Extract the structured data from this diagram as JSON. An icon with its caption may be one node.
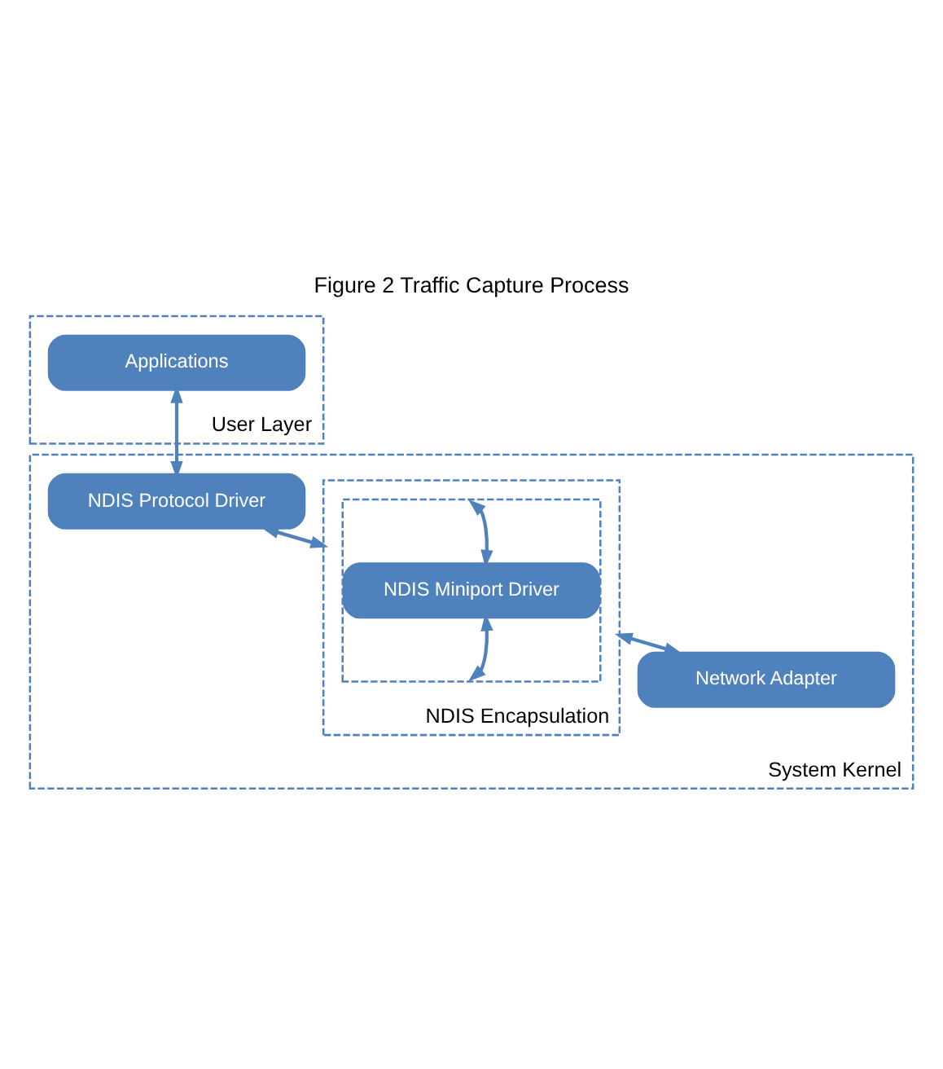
{
  "diagram": {
    "title": "Figure 2 Traffic Capture Process",
    "nodes": [
      {
        "text": [
          "User Layer"
        ]
      },
      {
        "text": [
          "Applications"
        ],
        "in": 0
      },
      {
        "text": [
          "System Kernel"
        ]
      },
      {
        "text": [
          "NDIS Protocol Driver"
        ],
        "in": 2
      },
      {
        "text": [
          "NDIS Encapsulation"
        ],
        "in": 2
      },
      {
        "text": [],
        "shape": "box",
        "in": 4
      },
      {
        "text": [
          "NDIS Miniport Driver"
        ],
        "in": 5
      },
      {
        "text": [
          "Network Adapter"
        ],
        "in": 2
      }
    ],
    "edges": [
      {
        "from": 1,
        "to": 3,
        "arrow": "both"
      },
      {
        "from": 3,
        "to": 4,
        "arrow": "both"
      },
      {
        "from": 5,
        "to": 6,
        "arrow": "both"
      },
      {
        "from": 6,
        "to": 5,
        "arrow": "both"
      },
      {
        "from": 4,
        "to": 7,
        "arrow": "both"
      }
    ]
  }
}
